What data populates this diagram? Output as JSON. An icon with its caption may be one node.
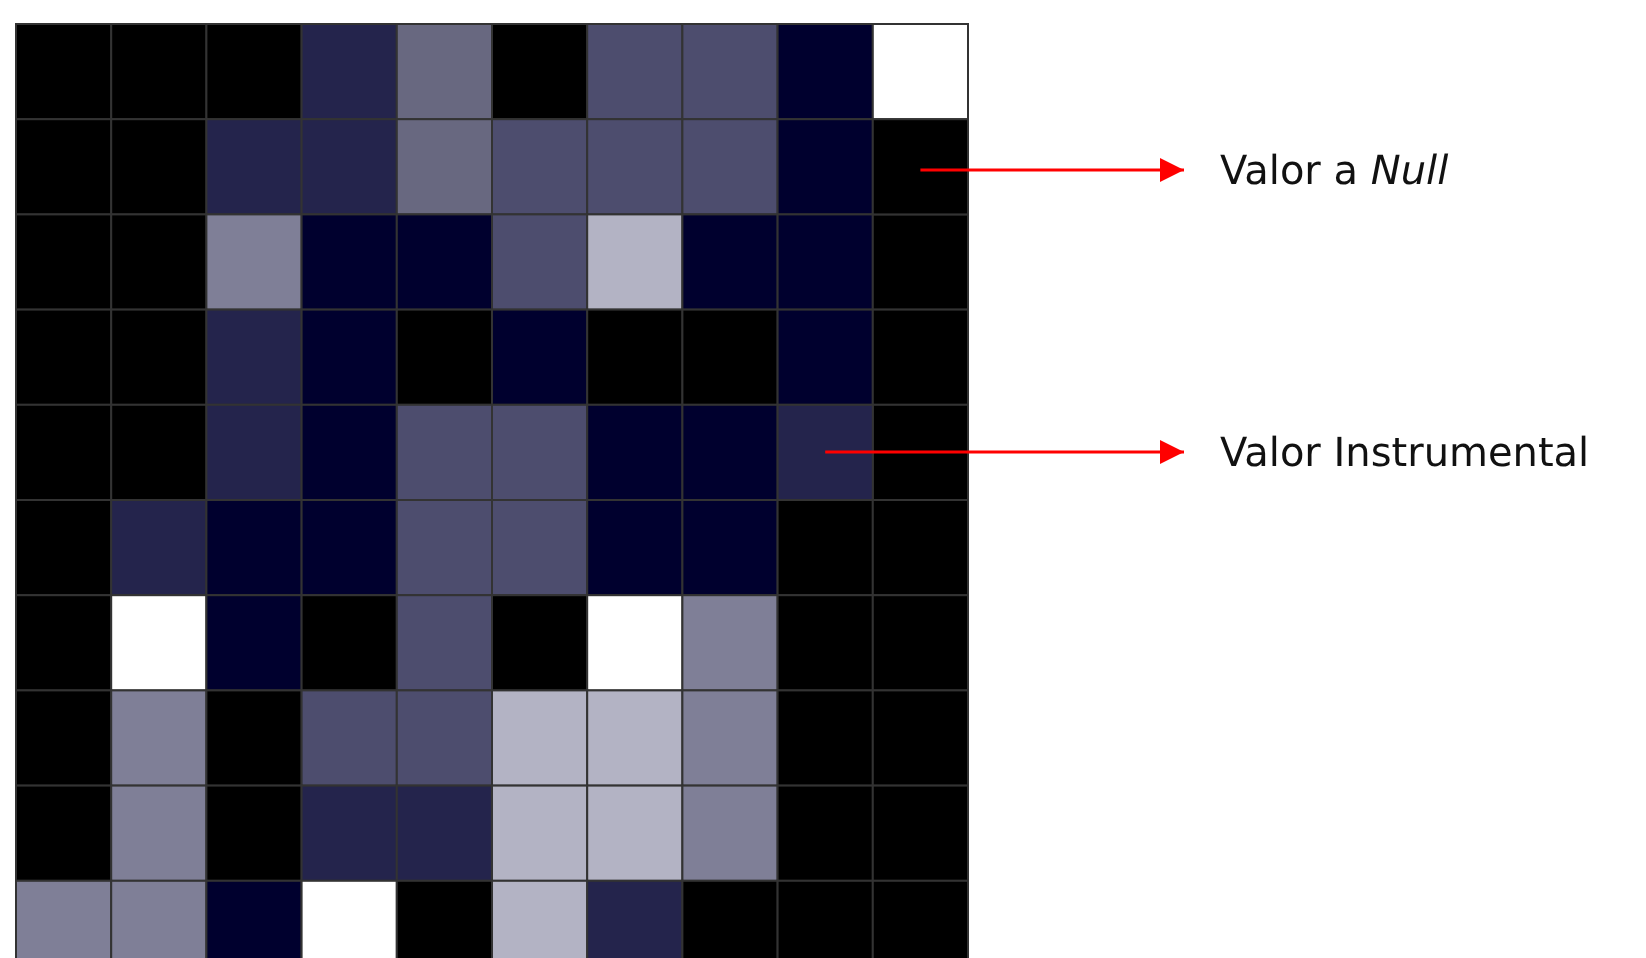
{
  "diagram": {
    "nodes": [
      {
        "text": [
          "Valor a *Null*"
        ]
      },
      {
        "text": [
          "Valor Instrumental"
        ]
      },
      {
        "text": [],
        "shape": "box"
      },
      {
        "text": [],
        "shape": "box"
      }
    ],
    "edges": [
      {
        "from": 2,
        "to": 0,
        "arrow": "to",
        "color": "#ff0000"
      },
      {
        "from": 3,
        "to": 1,
        "arrow": "to",
        "color": "#ff0000"
      }
    ]
  }
}
